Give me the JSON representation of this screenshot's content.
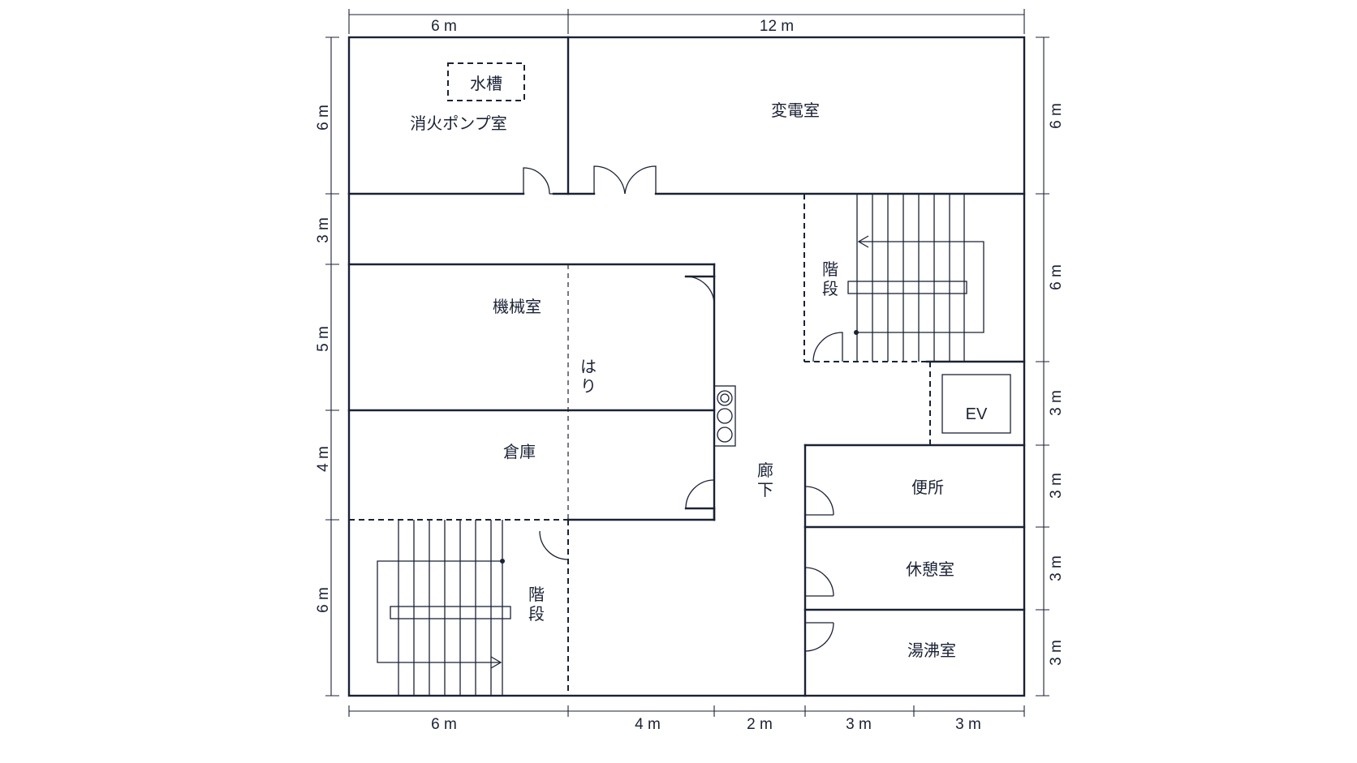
{
  "rooms": {
    "water_tank": "水槽",
    "fire_pump_room": "消火ポンプ室",
    "substation_room": "変電室",
    "machine_room": "機械室",
    "beam": "はり",
    "storage": "倉庫",
    "corridor": "廊下",
    "stairs_upper": "階段",
    "stairs_lower": "階段",
    "elevator": "EV",
    "toilet": "便所",
    "rest_room": "休憩室",
    "kitchenette": "湯沸室"
  },
  "dimensions": {
    "top": [
      "6 m",
      "12 m"
    ],
    "bottom": [
      "6 m",
      "4 m",
      "2 m",
      "3 m",
      "3 m"
    ],
    "left": [
      "6 m",
      "3 m",
      "5 m",
      "4 m",
      "6 m"
    ],
    "right": [
      "6 m",
      "6 m",
      "3 m",
      "3 m",
      "3 m",
      "3 m"
    ]
  }
}
